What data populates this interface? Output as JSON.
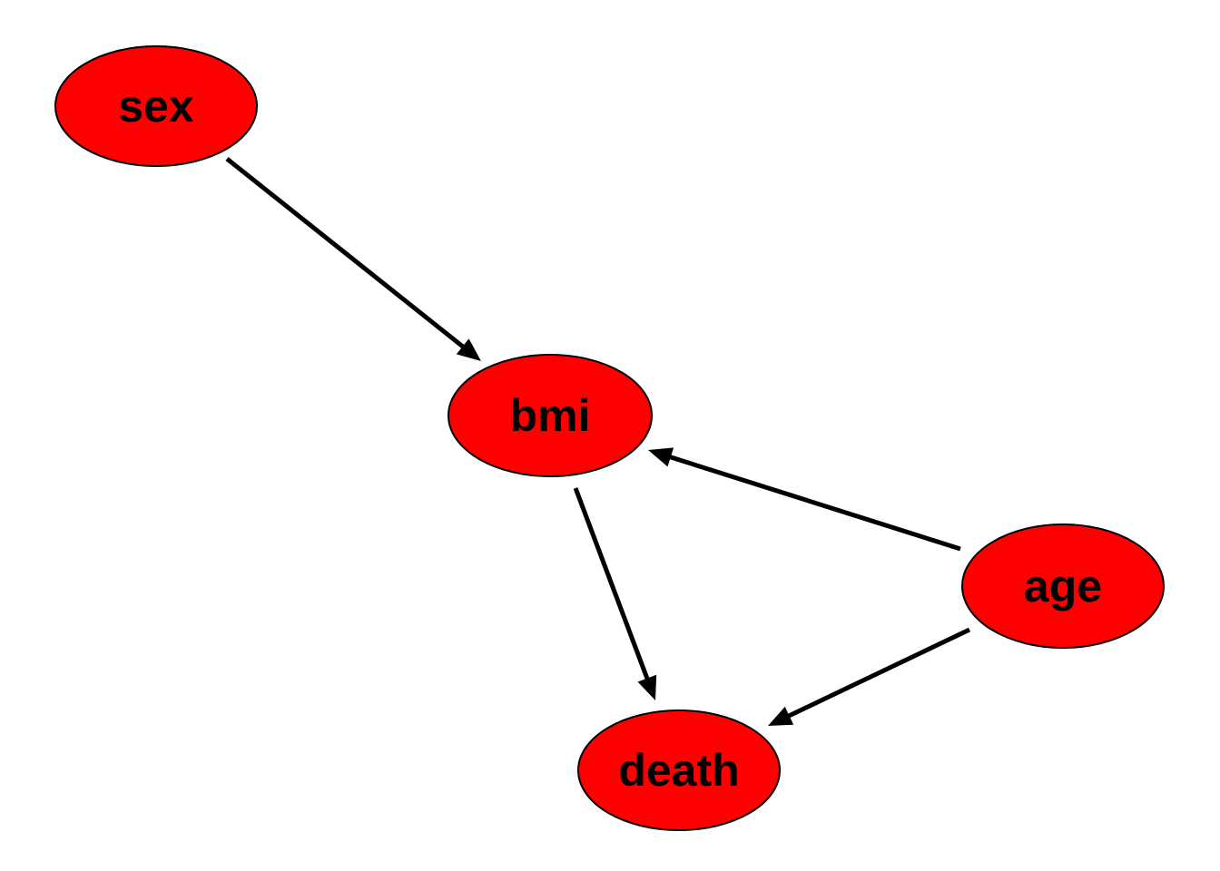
{
  "colors": {
    "node_fill": "#ff0000",
    "node_stroke": "#000000",
    "edge": "#000000",
    "background": "#ffffff"
  },
  "nodes": [
    {
      "id": "sex",
      "label": "sex"
    },
    {
      "id": "bmi",
      "label": "bmi"
    },
    {
      "id": "age",
      "label": "age"
    },
    {
      "id": "death",
      "label": "death"
    }
  ],
  "edges": [
    {
      "from": "sex",
      "to": "bmi"
    },
    {
      "from": "age",
      "to": "bmi"
    },
    {
      "from": "bmi",
      "to": "death"
    },
    {
      "from": "age",
      "to": "death"
    }
  ]
}
